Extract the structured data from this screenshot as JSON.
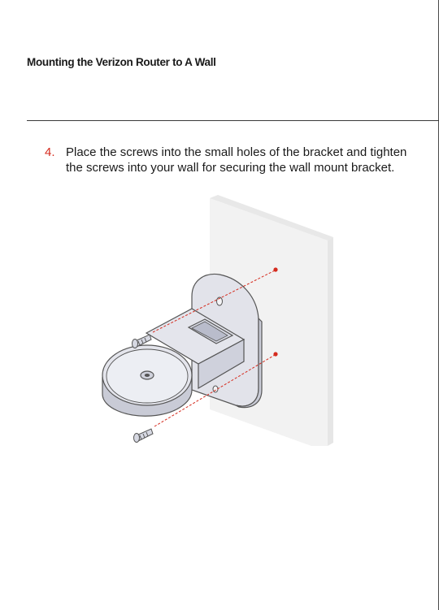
{
  "header": {
    "title": "Mounting the Verizon Router to A Wall"
  },
  "step": {
    "number": "4.",
    "text": "Place the screws into the small holes of the bracket and tighten the screws into your wall for securing the wall mount bracket."
  },
  "colors": {
    "accent": "#d52b1e",
    "text": "#1a1a1a",
    "wall": "#efefef",
    "bracket": "#e2e3ea"
  }
}
